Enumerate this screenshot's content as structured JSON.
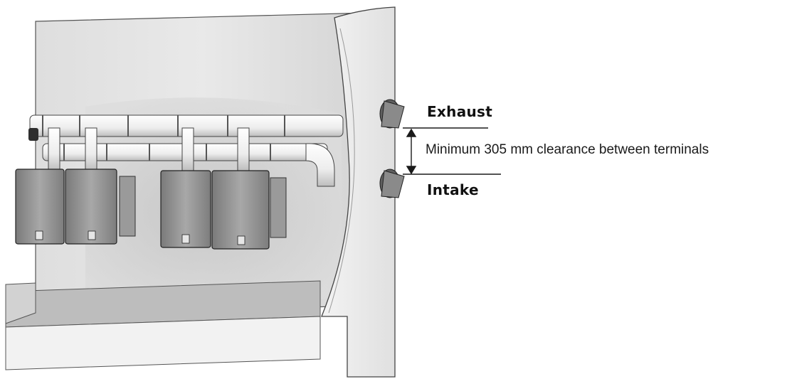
{
  "labels": {
    "exhaust": "Exhaust",
    "intake": "Intake",
    "clearance": "Minimum 305 mm clearance between terminals"
  },
  "colors": {
    "wall": "#ececec",
    "wall_shadow": "#c9c9c9",
    "pipe": "#f4f4f4",
    "heater": "#8e8e8e",
    "terminal": "#6f6f6f",
    "line": "#222222"
  },
  "icons": [
    "water-heater-unit",
    "vent-pipe",
    "vent-terminal",
    "dimension-arrow"
  ]
}
